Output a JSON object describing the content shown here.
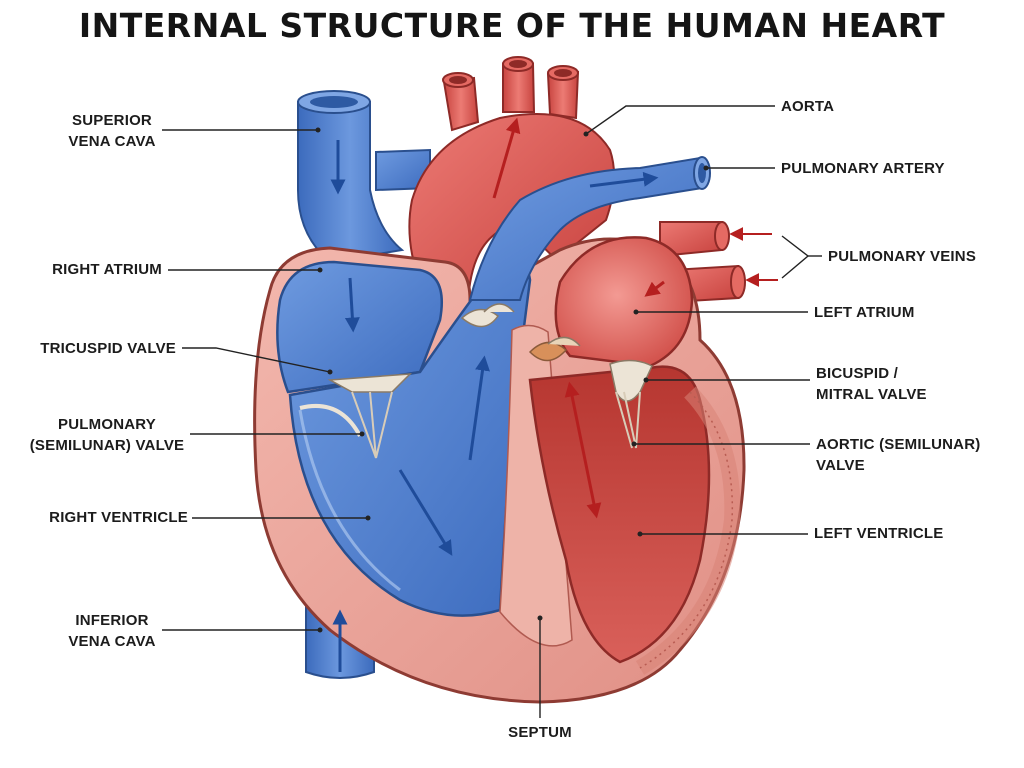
{
  "title": "INTERNAL STRUCTURE OF THE HUMAN HEART",
  "colors": {
    "deoxygenated": "#4f7fcf",
    "deoxygenated_dark": "#2f5ea8",
    "oxygenated": "#d9534f",
    "oxygenated_dark": "#a8322f",
    "muscle": "#eaa39a",
    "valve": "#ece4d6",
    "leader_line": "#222222",
    "arrow_red": "#b51f1f",
    "arrow_blue": "#1f4c9a"
  },
  "labels": {
    "superior_vena_cava": [
      "SUPERIOR",
      "VENA CAVA"
    ],
    "right_atrium": "RIGHT ATRIUM",
    "tricuspid_valve": "TRICUSPID VALVE",
    "pulmonary_valve": [
      "PULMONARY",
      "(SEMILUNAR) VALVE"
    ],
    "right_ventricle": "RIGHT VENTRICLE",
    "inferior_vena_cava": [
      "INFERIOR",
      "VENA CAVA"
    ],
    "septum": "SEPTUM",
    "aorta": "AORTA",
    "pulmonary_artery": "PULMONARY ARTERY",
    "pulmonary_veins": "PULMONARY VEINS",
    "left_atrium": "LEFT ATRIUM",
    "mitral_valve": [
      "BICUSPID /",
      "MITRAL VALVE"
    ],
    "aortic_valve": [
      "AORTIC (SEMILUNAR)",
      "VALVE"
    ],
    "left_ventricle": "LEFT VENTRICLE"
  }
}
